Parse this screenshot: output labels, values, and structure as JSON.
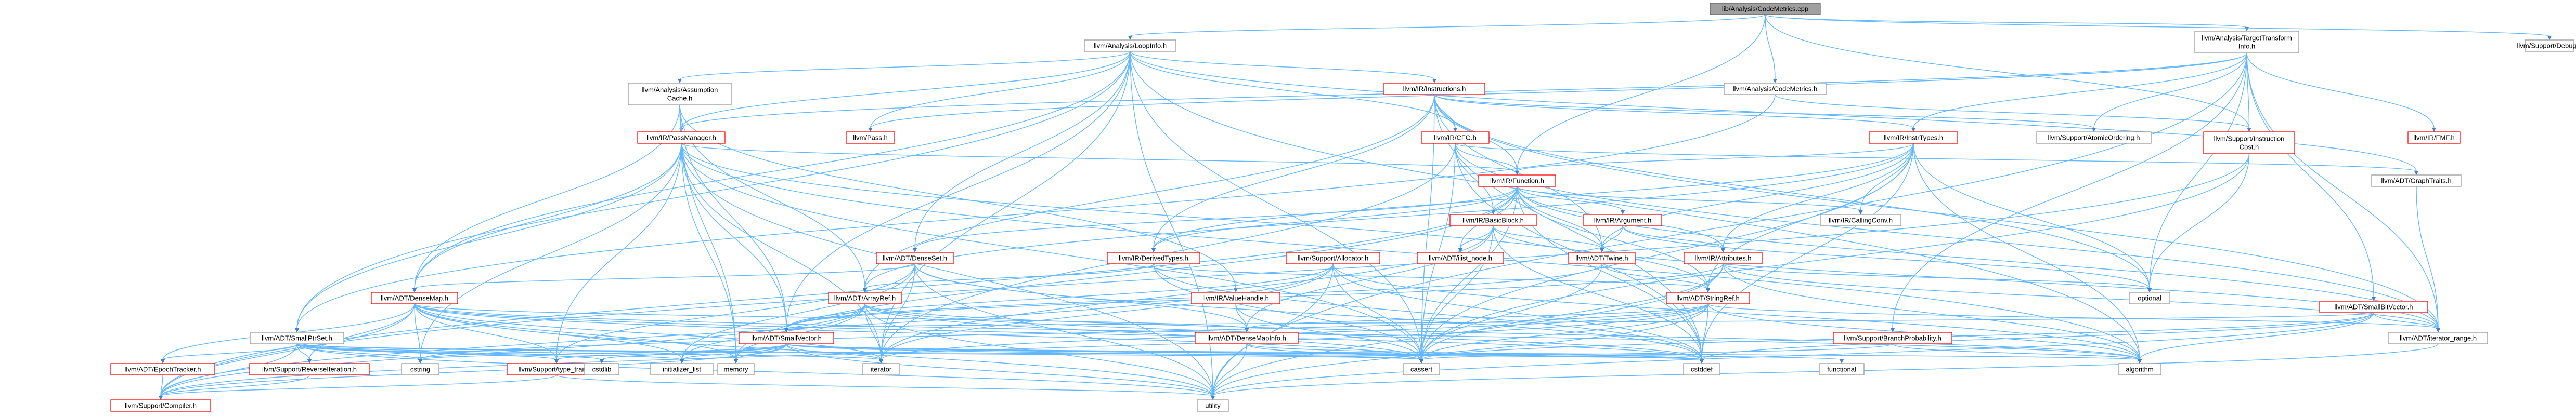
{
  "graph": {
    "colors": {
      "background": "#ffffff",
      "node_fill": "#ffffff",
      "root_fill": "#a0a0a0",
      "root_border": "#666666",
      "red_border": "#ff0000",
      "gray_border": "#999999",
      "text": "#000000",
      "edge": "#63b8ff",
      "edge_dark": "#3c7fd3"
    },
    "nodes": [
      {
        "id": "root",
        "label": "lib/Analysis/CodeMetrics.cpp",
        "style": "root"
      },
      {
        "id": "loopinfo",
        "label": "llvm/Analysis/LoopInfo.h",
        "style": "gray"
      },
      {
        "id": "codemetrics",
        "label": "llvm/Analysis/CodeMetrics.h",
        "style": "gray"
      },
      {
        "id": "tti",
        "label": [
          "llvm/Analysis/TargetTransform",
          "Info.h"
        ],
        "style": "gray"
      },
      {
        "id": "debug",
        "label": "llvm/Support/Debug.h",
        "style": "gray"
      },
      {
        "id": "assumption",
        "label": [
          "llvm/Analysis/Assumption",
          "Cache.h"
        ],
        "style": "gray"
      },
      {
        "id": "instructions",
        "label": "llvm/IR/Instructions.h",
        "style": "red"
      },
      {
        "id": "passmanager",
        "label": "llvm/IR/PassManager.h",
        "style": "red"
      },
      {
        "id": "pass",
        "label": "llvm/Pass.h",
        "style": "red"
      },
      {
        "id": "cfg",
        "label": "llvm/IR/CFG.h",
        "style": "red"
      },
      {
        "id": "insttypes",
        "label": "llvm/IR/InstrTypes.h",
        "style": "red"
      },
      {
        "id": "atomicordering",
        "label": "llvm/Support/AtomicOrdering.h",
        "style": "gray"
      },
      {
        "id": "instcost",
        "label": [
          "llvm/Support/Instruction",
          "Cost.h"
        ],
        "style": "red"
      },
      {
        "id": "fmf",
        "label": "llvm/IR/FMF.h",
        "style": "red"
      },
      {
        "id": "function",
        "label": "llvm/IR/Function.h",
        "style": "red"
      },
      {
        "id": "graphtraits",
        "label": "llvm/ADT/GraphTraits.h",
        "style": "gray"
      },
      {
        "id": "basicblock",
        "label": "llvm/IR/BasicBlock.h",
        "style": "red"
      },
      {
        "id": "argument",
        "label": "llvm/IR/Argument.h",
        "style": "red"
      },
      {
        "id": "callingconv",
        "label": "llvm/IR/CallingConv.h",
        "style": "gray"
      },
      {
        "id": "denseset",
        "label": "llvm/ADT/DenseSet.h",
        "style": "red"
      },
      {
        "id": "deriveddtypes",
        "label": "llvm/IR/DerivedTypes.h",
        "style": "red"
      },
      {
        "id": "allocator",
        "label": "llvm/Support/Allocator.h",
        "style": "red"
      },
      {
        "id": "ilistnode",
        "label": "llvm/ADT/ilist_node.h",
        "style": "red"
      },
      {
        "id": "twine",
        "label": "llvm/ADT/Twine.h",
        "style": "red"
      },
      {
        "id": "attributes",
        "label": "llvm/IR/Attributes.h",
        "style": "red"
      },
      {
        "id": "densemap",
        "label": "llvm/ADT/DenseMap.h",
        "style": "red"
      },
      {
        "id": "arrayref",
        "label": "llvm/ADT/ArrayRef.h",
        "style": "red"
      },
      {
        "id": "valuehandle",
        "label": "llvm/IR/ValueHandle.h",
        "style": "red"
      },
      {
        "id": "stringref",
        "label": "llvm/ADT/StringRef.h",
        "style": "red"
      },
      {
        "id": "optional",
        "label": "optional",
        "style": "gray"
      },
      {
        "id": "smallptrset",
        "label": "llvm/ADT/SmallPtrSet.h",
        "style": "gray"
      },
      {
        "id": "smallvector",
        "label": "llvm/ADT/SmallVector.h",
        "style": "red"
      },
      {
        "id": "densemapinfo",
        "label": "llvm/ADT/DenseMapInfo.h",
        "style": "red"
      },
      {
        "id": "smallbitvector",
        "label": "llvm/ADT/SmallBitVector.h",
        "style": "red"
      },
      {
        "id": "iteratorrange",
        "label": "llvm/ADT/iterator_range.h",
        "style": "gray"
      },
      {
        "id": "branchprob",
        "label": "llvm/Support/BranchProbability.h",
        "style": "red"
      },
      {
        "id": "epochtracker",
        "label": "llvm/ADT/EpochTracker.h",
        "style": "red"
      },
      {
        "id": "reverseiter",
        "label": "llvm/Support/ReverseIteration.h",
        "style": "red"
      },
      {
        "id": "cstring",
        "label": "cstring",
        "style": "gray"
      },
      {
        "id": "typetraits",
        "label": "llvm/Support/type_traits.h",
        "style": "red"
      },
      {
        "id": "cstdlib",
        "label": "cstdlib",
        "style": "gray"
      },
      {
        "id": "initlist",
        "label": "initializer_list",
        "style": "gray"
      },
      {
        "id": "memory",
        "label": "memory",
        "style": "gray"
      },
      {
        "id": "iterator",
        "label": "iterator",
        "style": "gray"
      },
      {
        "id": "cassert",
        "label": "cassert",
        "style": "gray"
      },
      {
        "id": "cstddef",
        "label": "cstddef",
        "style": "gray"
      },
      {
        "id": "functional",
        "label": "functional",
        "style": "gray"
      },
      {
        "id": "algorithm",
        "label": "algorithm",
        "style": "gray"
      },
      {
        "id": "compiler",
        "label": "llvm/Support/Compiler.h",
        "style": "red"
      },
      {
        "id": "utility",
        "label": "utility",
        "style": "gray"
      }
    ],
    "edges": [
      [
        "root",
        "loopinfo"
      ],
      [
        "root",
        "codemetrics"
      ],
      [
        "root",
        "tti"
      ],
      [
        "root",
        "debug"
      ],
      [
        "root",
        "function"
      ],
      [
        "root",
        "instcost"
      ],
      [
        "loopinfo",
        "assumption"
      ],
      [
        "loopinfo",
        "instructions"
      ],
      [
        "loopinfo",
        "passmanager"
      ],
      [
        "loopinfo",
        "pass"
      ],
      [
        "loopinfo",
        "cfg"
      ],
      [
        "loopinfo",
        "densemap"
      ],
      [
        "loopinfo",
        "denseset"
      ],
      [
        "loopinfo",
        "smallptrset"
      ],
      [
        "loopinfo",
        "smallvector"
      ],
      [
        "loopinfo",
        "graphtraits"
      ],
      [
        "loopinfo",
        "iterator"
      ],
      [
        "loopinfo",
        "utility"
      ],
      [
        "loopinfo",
        "algorithm"
      ],
      [
        "loopinfo",
        "cassert"
      ],
      [
        "codemetrics",
        "smallptrset"
      ],
      [
        "codemetrics",
        "instcost"
      ],
      [
        "tti",
        "insttypes"
      ],
      [
        "tti",
        "pass"
      ],
      [
        "tti",
        "passmanager"
      ],
      [
        "tti",
        "instcost"
      ],
      [
        "tti",
        "fmf"
      ],
      [
        "tti",
        "smallbitvector"
      ],
      [
        "tti",
        "atomicordering"
      ],
      [
        "tti",
        "branchprob"
      ],
      [
        "tti",
        "optional"
      ],
      [
        "tti",
        "utility"
      ],
      [
        "tti",
        "iteratorrange"
      ],
      [
        "assumption",
        "passmanager"
      ],
      [
        "assumption",
        "densemap"
      ],
      [
        "assumption",
        "smallvector"
      ],
      [
        "assumption",
        "arrayref"
      ],
      [
        "assumption",
        "valuehandle"
      ],
      [
        "assumption",
        "memory"
      ],
      [
        "instructions",
        "insttypes"
      ],
      [
        "instructions",
        "cfg"
      ],
      [
        "instructions",
        "function"
      ],
      [
        "instructions",
        "atomicordering"
      ],
      [
        "instructions",
        "twine"
      ],
      [
        "instructions",
        "iteratorrange"
      ],
      [
        "instructions",
        "deriveddtypes"
      ],
      [
        "instructions",
        "arrayref"
      ],
      [
        "instructions",
        "cassert"
      ],
      [
        "instructions",
        "cstddef"
      ],
      [
        "instructions",
        "optional"
      ],
      [
        "passmanager",
        "function"
      ],
      [
        "passmanager",
        "densemap"
      ],
      [
        "passmanager",
        "smallptrset"
      ],
      [
        "passmanager",
        "smallvector"
      ],
      [
        "passmanager",
        "typetraits"
      ],
      [
        "passmanager",
        "stringref"
      ],
      [
        "passmanager",
        "algorithm"
      ],
      [
        "passmanager",
        "cassert"
      ],
      [
        "passmanager",
        "cstring"
      ],
      [
        "passmanager",
        "iterator"
      ],
      [
        "passmanager",
        "utility"
      ],
      [
        "passmanager",
        "memory"
      ],
      [
        "cfg",
        "function"
      ],
      [
        "cfg",
        "basicblock"
      ],
      [
        "cfg",
        "graphtraits"
      ],
      [
        "cfg",
        "iteratorrange"
      ],
      [
        "cfg",
        "cassert"
      ],
      [
        "cfg",
        "cstddef"
      ],
      [
        "cfg",
        "iterator"
      ],
      [
        "insttypes",
        "function"
      ],
      [
        "insttypes",
        "attributes"
      ],
      [
        "insttypes",
        "callingconv"
      ],
      [
        "insttypes",
        "deriveddtypes"
      ],
      [
        "insttypes",
        "twine"
      ],
      [
        "insttypes",
        "arrayref"
      ],
      [
        "insttypes",
        "stringref"
      ],
      [
        "insttypes",
        "optional"
      ],
      [
        "insttypes",
        "sequence_dummy"
      ],
      [
        "insttypes",
        "cstddef"
      ],
      [
        "insttypes",
        "algorithm"
      ],
      [
        "insttypes",
        "cassert"
      ],
      [
        "instcost",
        "cassert"
      ],
      [
        "instcost",
        "optional"
      ],
      [
        "instcost",
        "compiler"
      ],
      [
        "function",
        "basicblock"
      ],
      [
        "function",
        "argument"
      ],
      [
        "function",
        "callingconv"
      ],
      [
        "function",
        "attributes"
      ],
      [
        "function",
        "denseset"
      ],
      [
        "function",
        "deriveddtypes"
      ],
      [
        "function",
        "twine"
      ],
      [
        "function",
        "ilistnode"
      ],
      [
        "function",
        "stringref"
      ],
      [
        "function",
        "iteratorrange"
      ],
      [
        "function",
        "cassert"
      ],
      [
        "function",
        "cstddef"
      ],
      [
        "function",
        "memory"
      ],
      [
        "function",
        "compiler"
      ],
      [
        "graphtraits",
        "iteratorrange"
      ],
      [
        "basicblock",
        "twine"
      ],
      [
        "basicblock",
        "ilistnode"
      ],
      [
        "basicblock",
        "iteratorrange"
      ],
      [
        "basicblock",
        "densemapinfo"
      ],
      [
        "basicblock",
        "cassert"
      ],
      [
        "basicblock",
        "cstddef"
      ],
      [
        "basicblock",
        "iterator"
      ],
      [
        "argument",
        "twine"
      ],
      [
        "argument",
        "attributes"
      ],
      [
        "argument",
        "optional"
      ],
      [
        "attributes",
        "stringref"
      ],
      [
        "attributes",
        "smallvector"
      ],
      [
        "attributes",
        "iteratorrange"
      ],
      [
        "attributes",
        "algorithm"
      ],
      [
        "attributes",
        "cassert"
      ],
      [
        "attributes",
        "optional"
      ],
      [
        "attributes",
        "utility"
      ],
      [
        "attributes",
        "bitset_dummy"
      ],
      [
        "denseset",
        "densemap"
      ],
      [
        "denseset",
        "densemapinfo"
      ],
      [
        "denseset",
        "typetraits"
      ],
      [
        "denseset",
        "initlist"
      ],
      [
        "denseset",
        "iterator"
      ],
      [
        "denseset",
        "cstddef"
      ],
      [
        "denseset",
        "utility"
      ],
      [
        "deriveddtypes",
        "arrayref"
      ],
      [
        "deriveddtypes",
        "stringref"
      ],
      [
        "deriveddtypes",
        "cassert"
      ],
      [
        "deriveddtypes",
        "cstddef"
      ],
      [
        "allocator",
        "compiler"
      ],
      [
        "allocator",
        "smallvector"
      ],
      [
        "allocator",
        "algorithm"
      ],
      [
        "allocator",
        "cassert"
      ],
      [
        "allocator",
        "cstddef"
      ],
      [
        "allocator",
        "iterator"
      ],
      [
        "allocator",
        "utility"
      ],
      [
        "twine",
        "smallvector"
      ],
      [
        "twine",
        "stringref"
      ],
      [
        "twine",
        "cassert"
      ],
      [
        "twine",
        "cstdint_dummy"
      ],
      [
        "densemap",
        "densemapinfo"
      ],
      [
        "densemap",
        "epochtracker"
      ],
      [
        "densemap",
        "reverseiter"
      ],
      [
        "densemap",
        "typetraits"
      ],
      [
        "densemap",
        "compiler"
      ],
      [
        "densemap",
        "algorithm"
      ],
      [
        "densemap",
        "cassert"
      ],
      [
        "densemap",
        "cstddef"
      ],
      [
        "densemap",
        "cstring"
      ],
      [
        "densemap",
        "initlist"
      ],
      [
        "densemap",
        "iterator"
      ],
      [
        "densemap",
        "utility"
      ],
      [
        "densemap",
        "memory"
      ],
      [
        "arrayref",
        "smallvector"
      ],
      [
        "arrayref",
        "compiler"
      ],
      [
        "arrayref",
        "algorithm"
      ],
      [
        "arrayref",
        "cassert"
      ],
      [
        "arrayref",
        "cstddef"
      ],
      [
        "arrayref",
        "initlist"
      ],
      [
        "arrayref",
        "iterator"
      ],
      [
        "arrayref",
        "memory"
      ],
      [
        "arrayref",
        "utility"
      ],
      [
        "valuehandle",
        "densemapinfo"
      ],
      [
        "valuehandle",
        "cassert"
      ],
      [
        "stringref",
        "densemapinfo"
      ],
      [
        "stringref",
        "iteratorrange"
      ],
      [
        "stringref",
        "compiler"
      ],
      [
        "stringref",
        "algorithm"
      ],
      [
        "stringref",
        "cassert"
      ],
      [
        "stringref",
        "cstddef"
      ],
      [
        "stringref",
        "cstring"
      ],
      [
        "stringref",
        "iterator"
      ],
      [
        "stringref",
        "utility"
      ],
      [
        "smallptrset",
        "epochtracker"
      ],
      [
        "smallptrset",
        "reverseiter"
      ],
      [
        "smallptrset",
        "typetraits"
      ],
      [
        "smallptrset",
        "compiler"
      ],
      [
        "smallptrset",
        "cassert"
      ],
      [
        "smallptrset",
        "cstddef"
      ],
      [
        "smallptrset",
        "cstdlib"
      ],
      [
        "smallptrset",
        "cstring"
      ],
      [
        "smallptrset",
        "initlist"
      ],
      [
        "smallptrset",
        "iterator"
      ],
      [
        "smallptrset",
        "utility"
      ],
      [
        "smallvector",
        "compiler"
      ],
      [
        "smallvector",
        "typetraits"
      ],
      [
        "smallvector",
        "algorithm"
      ],
      [
        "smallvector",
        "cassert"
      ],
      [
        "smallvector",
        "cstddef"
      ],
      [
        "smallvector",
        "cstdlib"
      ],
      [
        "smallvector",
        "cstring"
      ],
      [
        "smallvector",
        "functional"
      ],
      [
        "smallvector",
        "initlist"
      ],
      [
        "smallvector",
        "iterator"
      ],
      [
        "smallvector",
        "memory"
      ],
      [
        "smallvector",
        "utility"
      ],
      [
        "densemapinfo",
        "cassert"
      ],
      [
        "densemapinfo",
        "cstddef"
      ],
      [
        "densemapinfo",
        "utility"
      ],
      [
        "smallbitvector",
        "smallvector"
      ],
      [
        "smallbitvector",
        "iteratorrange"
      ],
      [
        "smallbitvector",
        "algorithm"
      ],
      [
        "smallbitvector",
        "cassert"
      ],
      [
        "smallbitvector",
        "cstddef"
      ],
      [
        "smallbitvector",
        "utility"
      ],
      [
        "branchprob",
        "algorithm"
      ],
      [
        "branchprob",
        "cassert"
      ],
      [
        "iteratorrange",
        "utility"
      ],
      [
        "epochtracker",
        "compiler"
      ],
      [
        "reverseiter",
        "compiler"
      ],
      [
        "typetraits",
        "compiler"
      ],
      [
        "typetraits",
        "utility"
      ]
    ]
  }
}
